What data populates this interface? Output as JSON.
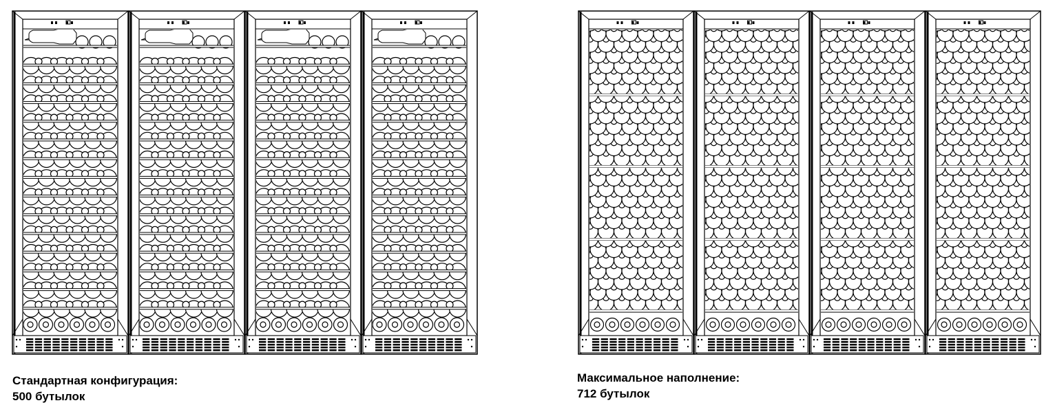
{
  "standard": {
    "title": "Стандартная конфигурация:",
    "count": "500 бутылок",
    "cabinets": 4,
    "layout": "shelves"
  },
  "maximum": {
    "title": "Максимальное наполнение:",
    "count": "712 бутылок",
    "cabinets": 4,
    "layout": "stacked"
  },
  "colors": {
    "line": "#000000",
    "background": "#ffffff"
  }
}
